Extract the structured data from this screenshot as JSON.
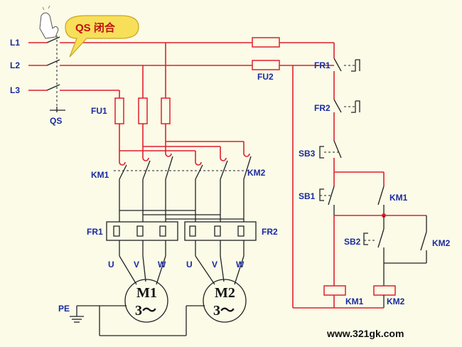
{
  "callout": {
    "text": "QS 闭合"
  },
  "labels": {
    "l1": "L1",
    "l2": "L2",
    "l3": "L3",
    "qs": "QS",
    "fu1": "FU1",
    "fu2": "FU2",
    "km1_main": "KM1",
    "km2_main": "KM2",
    "fr1_main": "FR1",
    "fr2_main": "FR2",
    "fr1_ctrl": "FR1",
    "fr2_ctrl": "FR2",
    "sb3": "SB3",
    "sb1": "SB1",
    "sb2": "SB2",
    "km1_aux": "KM1",
    "km2_aux": "KM2",
    "km1_coil": "KM1",
    "km2_coil": "KM2",
    "u1": "U",
    "v1": "V",
    "w1": "W",
    "u2": "U",
    "v2": "V",
    "w2": "W",
    "pe": "PE"
  },
  "motors": {
    "m1": {
      "name": "M1",
      "phase": "3～"
    },
    "m2": {
      "name": "M2",
      "phase": "3～"
    }
  },
  "watermark": "www.321gk.com",
  "colors": {
    "power_wire": "#e0202a",
    "label": "#1a2aa0",
    "callout_fill": "#f7df5a",
    "background": "#fbfbe8"
  }
}
